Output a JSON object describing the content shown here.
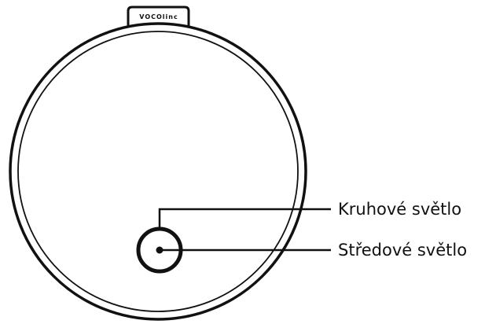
{
  "device": {
    "brand_tab_text": "VOCOlinc"
  },
  "callouts": {
    "ring_light": "Kruhové světlo",
    "center_light": "Středové světlo"
  },
  "colors": {
    "line": "#111111",
    "background": "#ffffff"
  }
}
